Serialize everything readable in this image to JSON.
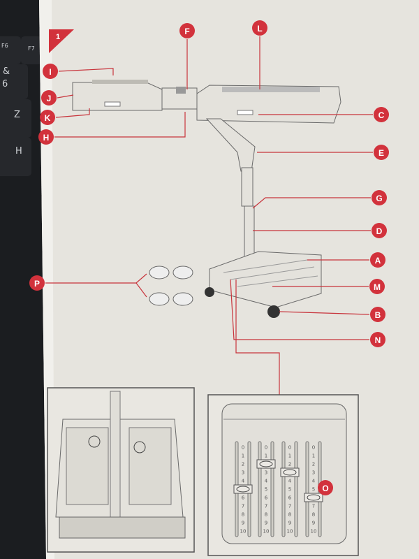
{
  "figure_number": "1",
  "keyboard_keys": [
    "F6",
    "F7",
    "&",
    "6",
    "Z",
    "H"
  ],
  "callouts": {
    "A": "A",
    "B": "B",
    "C": "C",
    "D": "D",
    "E": "E",
    "F": "F",
    "G": "G",
    "H": "H",
    "I": "I",
    "J": "J",
    "K": "K",
    "L": "L",
    "M": "M",
    "N": "N",
    "O": "O",
    "P": "P"
  },
  "slider_scale": [
    "0",
    "1",
    "2",
    "3",
    "4",
    "5",
    "6",
    "7",
    "8",
    "9",
    "10"
  ],
  "sliders": [
    {
      "position": 5
    },
    {
      "position": 2
    },
    {
      "position": 3
    },
    {
      "position": 6
    }
  ],
  "colors": {
    "accent": "#d2323c",
    "paper": "#e9e7e1",
    "keyboard": "#1b1d20"
  }
}
